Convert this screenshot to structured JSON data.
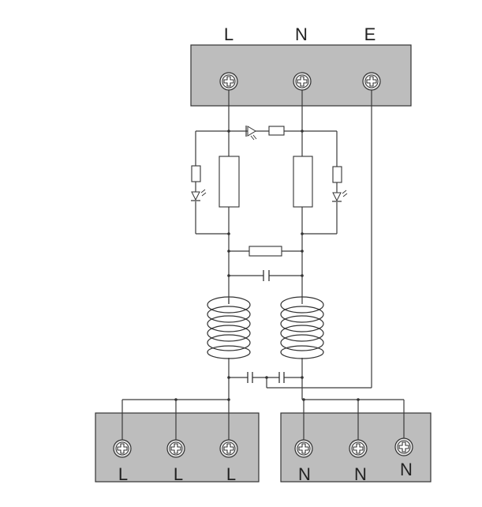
{
  "colors": {
    "box_fill": "#bdbdbd",
    "line": "#333333",
    "background": "#ffffff"
  },
  "input_terminal_block": {
    "labels": [
      "L",
      "N",
      "E"
    ]
  },
  "output_block_left": {
    "labels": [
      "L",
      "L",
      "L"
    ]
  },
  "output_block_right": {
    "labels": [
      "N",
      "N",
      "N"
    ]
  },
  "icons": [
    "screw-terminal-icon",
    "diode-icon",
    "led-icon",
    "resistor-icon",
    "fuse-icon",
    "capacitor-icon",
    "inductor-coil-icon"
  ]
}
